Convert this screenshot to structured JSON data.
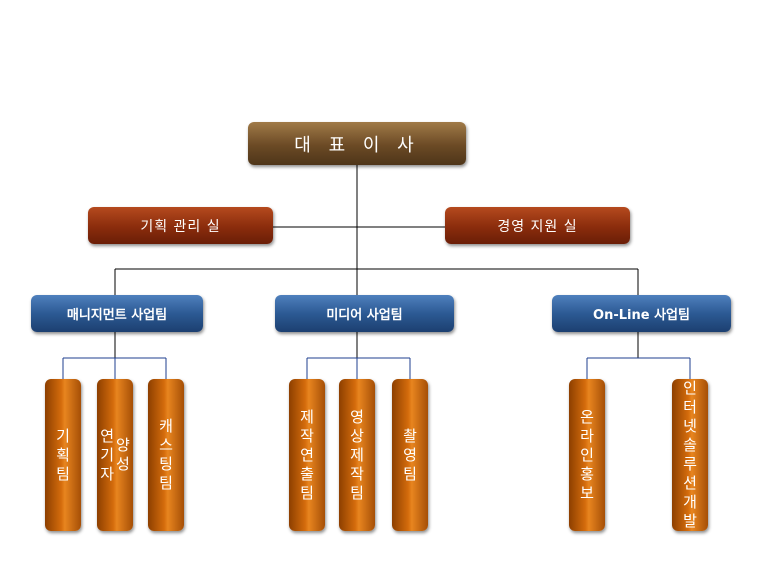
{
  "ceo": {
    "label": "대 표 이 사"
  },
  "staff": [
    {
      "label": "기획 관리 실"
    },
    {
      "label": "경영 지원 실"
    }
  ],
  "divisions": [
    {
      "label": "매니지먼트 사업팀",
      "teams": [
        {
          "label": "기획팀"
        },
        {
          "label": "연기자 양성"
        },
        {
          "label": "캐스팅팀"
        }
      ]
    },
    {
      "label": "미디어 사업팀",
      "teams": [
        {
          "label": "제작연출팀"
        },
        {
          "label": "영상제작팀"
        },
        {
          "label": "촬영팀"
        }
      ]
    },
    {
      "label": "On-Line 사업팀",
      "teams": [
        {
          "label": "온라인홍보"
        },
        {
          "label": "인터넷솔루션개발"
        }
      ]
    }
  ],
  "colors": {
    "ceo": "#6b4a25",
    "staff": "#8a2c0c",
    "division": "#2c5a94",
    "team": "#d46c0c",
    "main_connector": "#000000",
    "team_connector": "#1f3f8f"
  }
}
